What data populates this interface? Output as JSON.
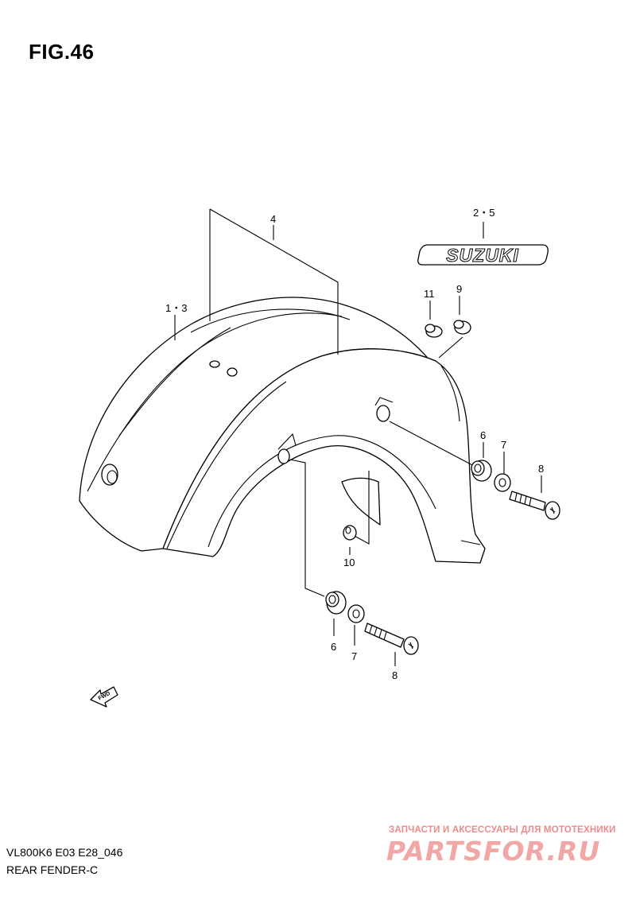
{
  "figure": {
    "title": "FIG.46"
  },
  "diagram": {
    "code": "VL800K6 E03 E28_046",
    "name": "REAR FENDER-C",
    "emblem_text": "SUZUKI",
    "direction_text": "FWD",
    "callouts": {
      "c13": "1・3",
      "c4": "4",
      "c25": "2・5",
      "c11": "11",
      "c9": "9",
      "c6a": "6",
      "c7a": "7",
      "c8a": "8",
      "c10": "10",
      "c6b": "6",
      "c7b": "7",
      "c8b": "8"
    }
  },
  "watermark": {
    "tagline": "ЗАПЧАСТИ И АКСЕССУАРЫ ДЛЯ МОТОТЕХНИКИ",
    "logo": "PARTSFOR.RU"
  }
}
